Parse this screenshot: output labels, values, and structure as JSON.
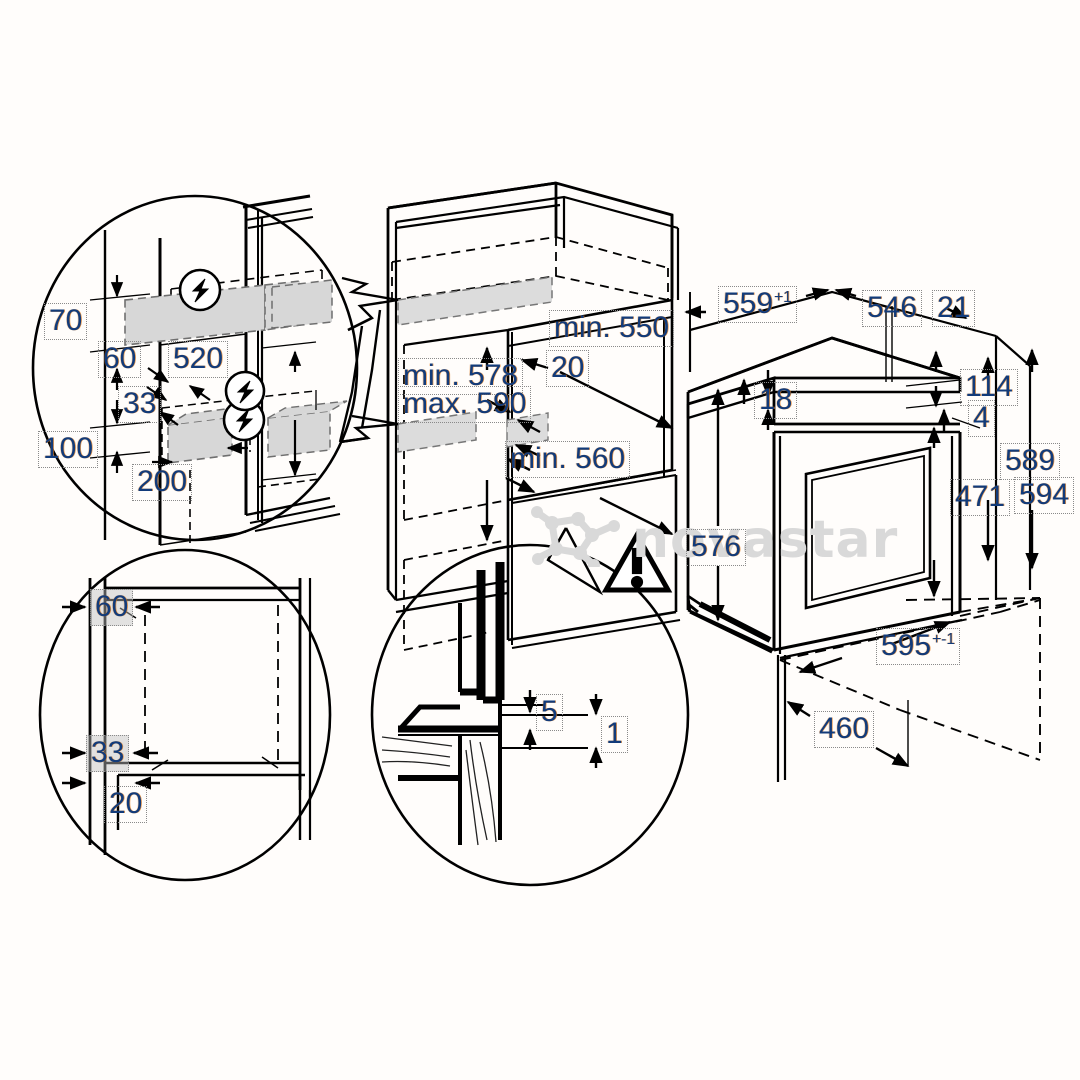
{
  "diagram": {
    "kind": "built-in-oven-installation-drawing",
    "title": "",
    "units": "mm",
    "background_color": "#fffdfb",
    "line_color": "#000000",
    "dimension_text_color": "#123b7a",
    "highlight_fill": "#d4d4d4"
  },
  "watermark": {
    "text": "novastar",
    "color": "#d9d9d9",
    "logo": "molecule-logo"
  },
  "views": [
    {
      "id": "detail-top-left",
      "name": "electrical-connection-zone-detail",
      "shape": "ellipse"
    },
    {
      "id": "detail-bottom-left",
      "name": "cabinet-clearance-detail",
      "shape": "ellipse"
    },
    {
      "id": "cabinet-niche",
      "name": "cabinet-niche-isometric",
      "shape": "isometric"
    },
    {
      "id": "detail-bottom-middle",
      "name": "worktop-edge-detail",
      "shape": "ellipse"
    },
    {
      "id": "oven-unit",
      "name": "oven-appliance-isometric",
      "shape": "isometric"
    }
  ],
  "icons": [
    {
      "name": "electrical-supply-icon",
      "glyph": "lightning-bolt-in-circle",
      "count": 3
    },
    {
      "name": "warning-icon",
      "glyph": "exclamation-in-triangle",
      "count": 1
    }
  ],
  "dimensions": {
    "detail_top_left": [
      {
        "name": "dim-70",
        "value": "70",
        "shaded": false
      },
      {
        "name": "dim-60",
        "value": "60",
        "shaded": false
      },
      {
        "name": "dim-520",
        "value": "520",
        "shaded": false
      },
      {
        "name": "dim-33",
        "value": "33",
        "shaded": false
      },
      {
        "name": "dim-100",
        "value": "100",
        "shaded": false
      },
      {
        "name": "dim-200",
        "value": "200",
        "shaded": false
      }
    ],
    "detail_bottom_left": [
      {
        "name": "dim-60-clearance",
        "value": "60",
        "shaded": true
      },
      {
        "name": "dim-33-clearance",
        "value": "33",
        "shaded": true
      },
      {
        "name": "dim-20-clearance",
        "value": "20",
        "shaded": false
      }
    ],
    "cabinet_niche": [
      {
        "name": "dim-min-550",
        "value": "min. 550",
        "shaded": false
      },
      {
        "name": "dim-20-niche",
        "value": "20",
        "shaded": false
      },
      {
        "name": "dim-min-578",
        "value": "min. 578",
        "shaded": false
      },
      {
        "name": "dim-max-590",
        "value": "max. 590",
        "shaded": false
      },
      {
        "name": "dim-min-560",
        "value": "min. 560",
        "shaded": false
      }
    ],
    "worktop_detail": [
      {
        "name": "dim-5",
        "value": "5",
        "shaded": false
      },
      {
        "name": "dim-1",
        "value": "1",
        "shaded": false
      }
    ],
    "oven_unit": [
      {
        "name": "dim-559-plus1",
        "value": "559",
        "superscript": "+1",
        "shaded": false
      },
      {
        "name": "dim-546",
        "value": "546",
        "shaded": false
      },
      {
        "name": "dim-21",
        "value": "21",
        "shaded": false
      },
      {
        "name": "dim-18",
        "value": "18",
        "shaded": false
      },
      {
        "name": "dim-114",
        "value": "114",
        "shaded": false
      },
      {
        "name": "dim-4",
        "value": "4",
        "shaded": false
      },
      {
        "name": "dim-589",
        "value": "589",
        "shaded": false
      },
      {
        "name": "dim-594",
        "value": "594",
        "shaded": false
      },
      {
        "name": "dim-471",
        "value": "471",
        "shaded": false
      },
      {
        "name": "dim-576",
        "value": "576",
        "shaded": false
      },
      {
        "name": "dim-595-pm1",
        "value": "595",
        "superscript": "+-1",
        "shaded": false
      },
      {
        "name": "dim-460",
        "value": "460",
        "shaded": false
      }
    ]
  }
}
